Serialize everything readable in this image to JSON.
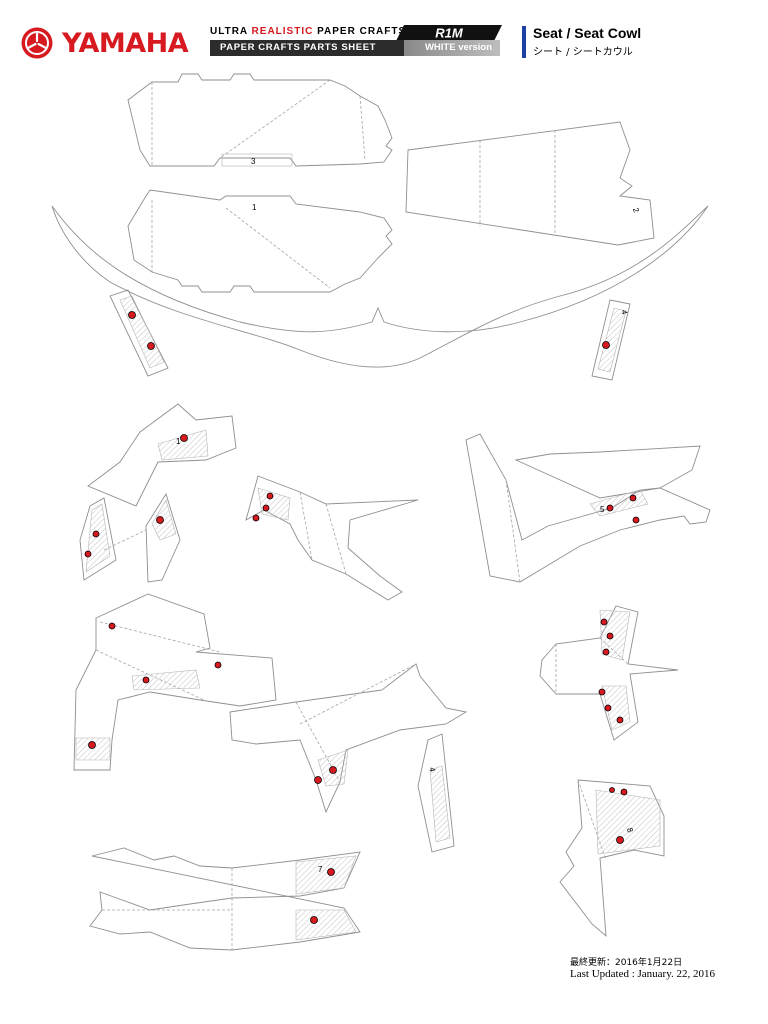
{
  "header": {
    "brand": "YAMAHA",
    "subtitle_prefix": "ULTRA ",
    "subtitle_red": "REALISTIC",
    "subtitle_rest": " PAPER CRAFTS",
    "bar_left": "PAPER CRAFTS  PARTS SHEET",
    "bar_right": "WHITE version",
    "model": "R1M",
    "title_en": "Seat / Seat Cowl",
    "title_jp": "シート / シートカウル"
  },
  "part_labels": {
    "p3_top": "3",
    "p1_top": "1",
    "p2": "2",
    "p4_right": "4",
    "p1_mid": "1",
    "p5": "5",
    "p4_low": "4",
    "p7": "7",
    "p8": "8"
  },
  "colors": {
    "brand_red": "#d71920",
    "accent_blue": "#1f3fa3",
    "line_gray": "#8f8f8f"
  },
  "footer": {
    "updated_jp": "最終更新：2016年1月22日",
    "updated_en": "Last Updated : January. 22, 2016"
  }
}
